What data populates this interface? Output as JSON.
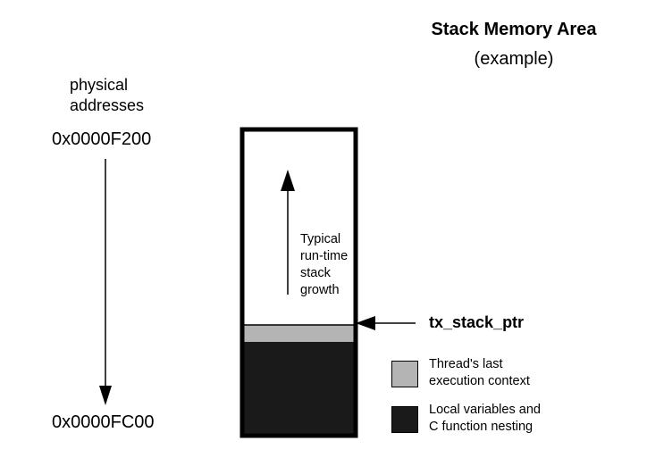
{
  "title": "Stack Memory Area",
  "subtitle": "(example)",
  "address_axis": {
    "label_line1": "physical",
    "label_line2": "addresses",
    "top_address": "0x0000F200",
    "bottom_address": "0x0000FC00"
  },
  "stack": {
    "growth_line1": "Typical",
    "growth_line2": "run-time",
    "growth_line3": "stack",
    "growth_line4": "growth",
    "pointer_label": "tx_stack_ptr"
  },
  "legend": {
    "items": [
      {
        "line1": "Thread's last",
        "line2": "execution context",
        "color": "#b4b4b4"
      },
      {
        "line1": "Local variables and",
        "line2": "C function nesting",
        "color": "#1a1a1a"
      }
    ]
  }
}
